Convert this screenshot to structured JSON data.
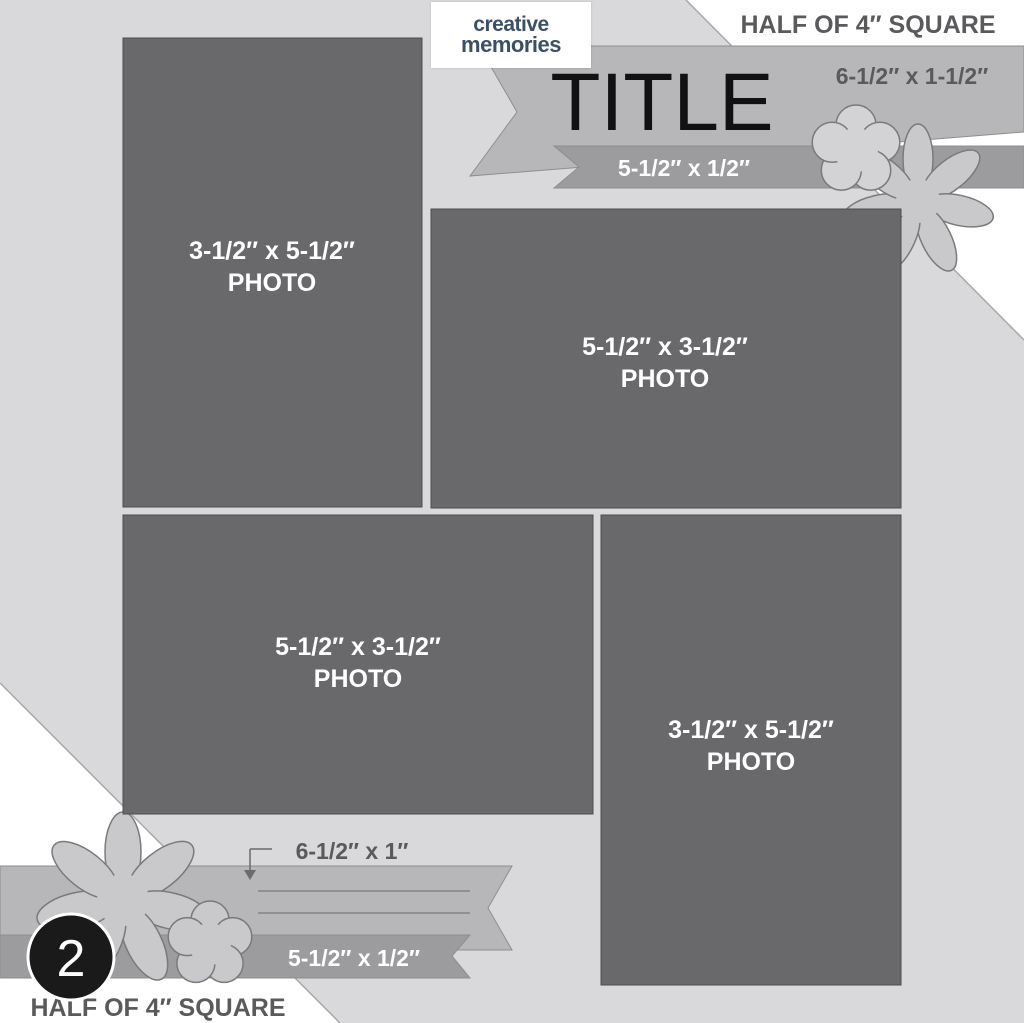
{
  "layout_number": "2",
  "brand": {
    "line1": "creative",
    "line2": "memories"
  },
  "title": "TITLE",
  "corner_labels": {
    "top": "HALF OF 4″ SQUARE",
    "bottom": "HALF OF 4″ SQUARE"
  },
  "banners": {
    "top_large": "6-1/2″ x 1-1/2″",
    "top_small": "5-1/2″ x 1/2″",
    "bottom_large": "6-1/2″ x 1″",
    "bottom_small": "5-1/2″ x 1/2″"
  },
  "photos": {
    "top_left": {
      "size": "3-1/2″ x 5-1/2″",
      "label": "PHOTO"
    },
    "top_right": {
      "size": "5-1/2″ x 3-1/2″",
      "label": "PHOTO"
    },
    "bottom_left": {
      "size": "5-1/2″ x 3-1/2″",
      "label": "PHOTO"
    },
    "bottom_right": {
      "size": "3-1/2″ x 5-1/2″",
      "label": "PHOTO"
    }
  },
  "colors": {
    "background": "#d9d9db",
    "photo": "#69696c",
    "banner_light": "#b7b7b9",
    "banner_dark": "#9c9c9e",
    "corner": "#ffffff",
    "flower": "#c9c9cb"
  }
}
